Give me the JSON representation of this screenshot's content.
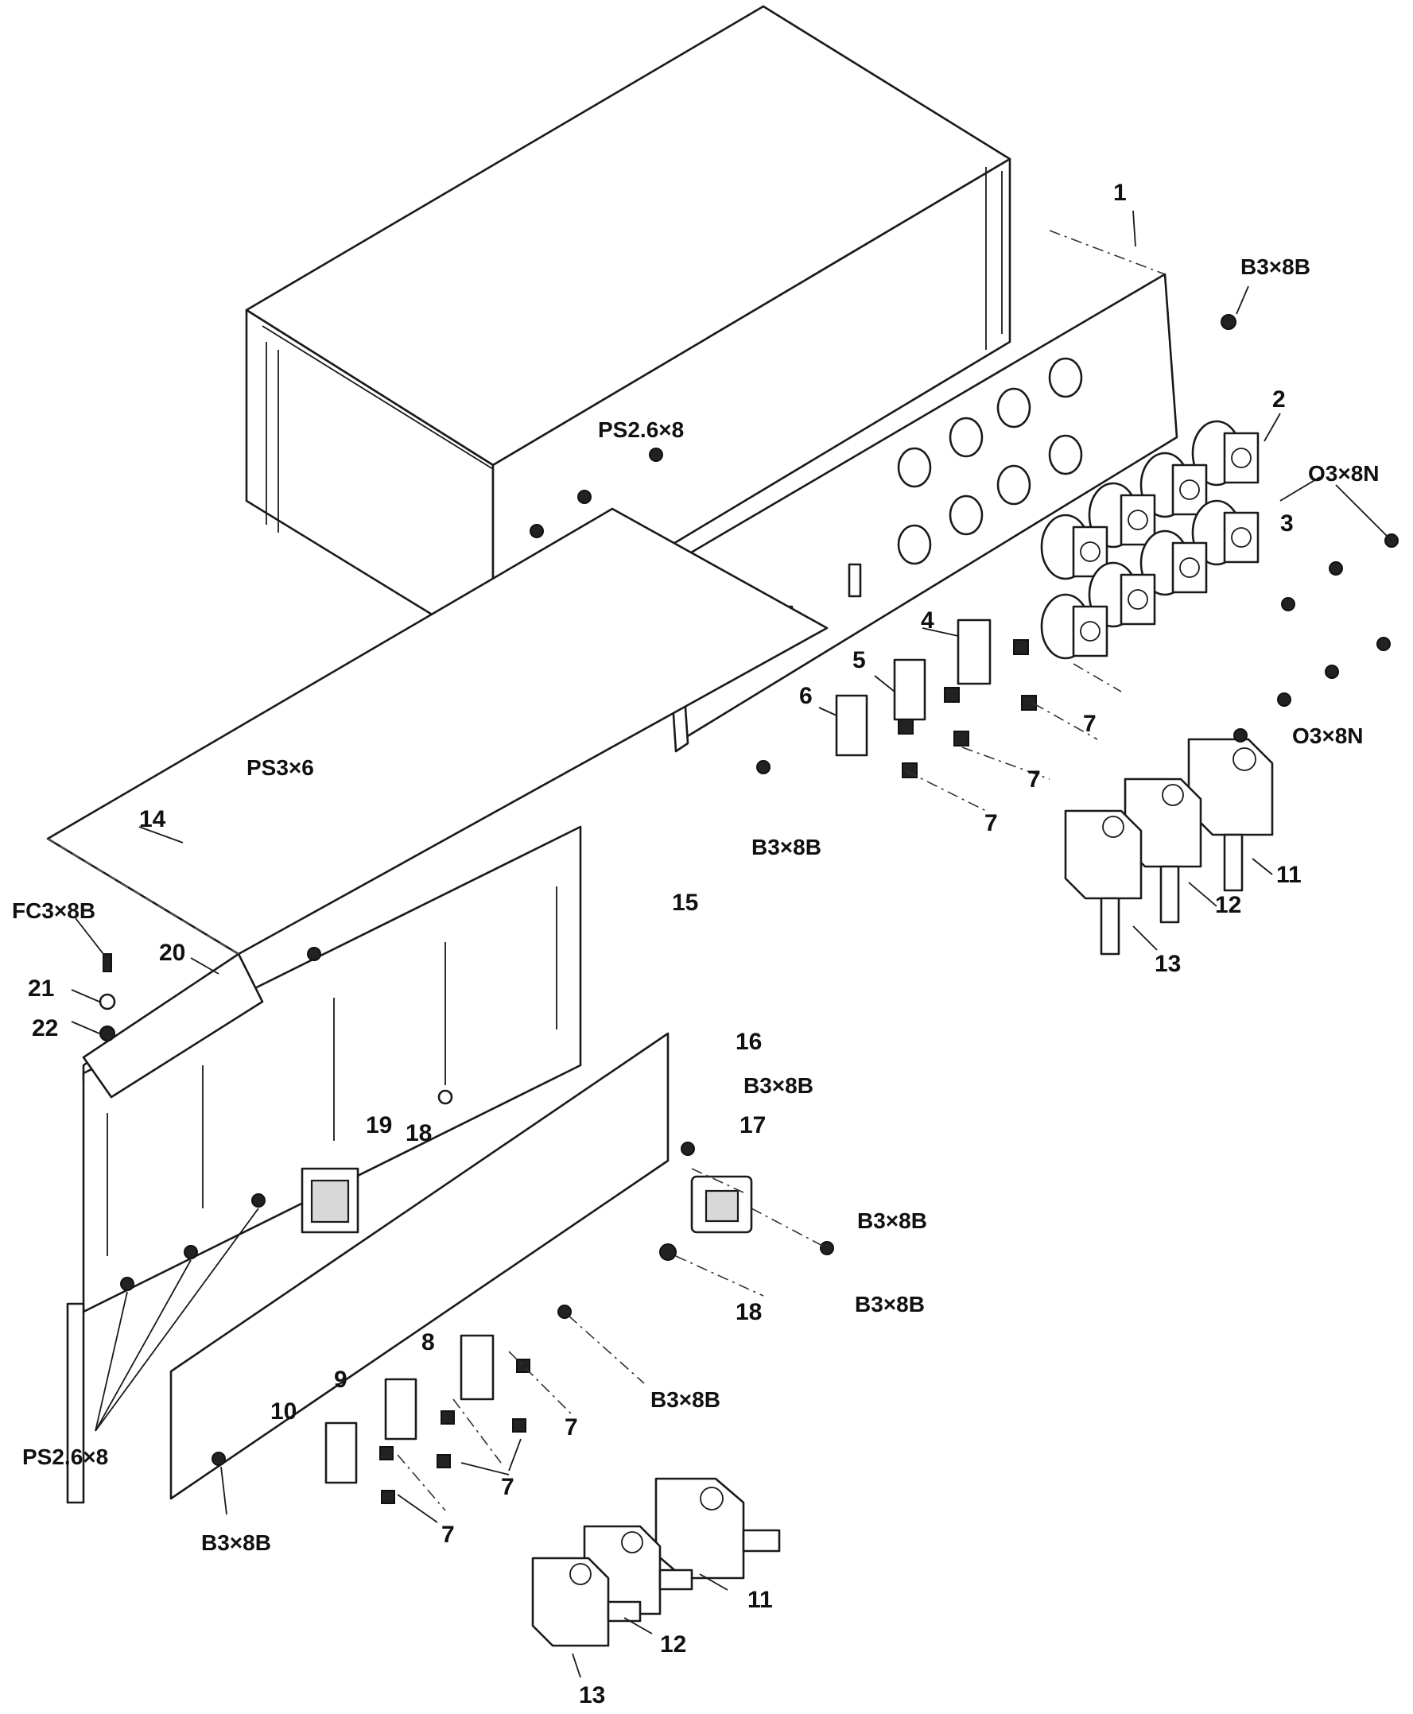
{
  "part_numbers": {
    "p1": "1",
    "p2": "2",
    "p3": "3",
    "p4": "4",
    "p5": "5",
    "p6": "6",
    "p7a": "7",
    "p7b": "7",
    "p7c": "7",
    "p7d": "7",
    "p7e": "7",
    "p7f": "7",
    "p8": "8",
    "p9": "9",
    "p10": "10",
    "p11a": "11",
    "p12a": "12",
    "p13a": "13",
    "p11b": "11",
    "p12b": "12",
    "p13b": "13",
    "p14": "14",
    "p15": "15",
    "p16": "16",
    "p17": "17",
    "p18a": "18",
    "p18b": "18",
    "p19": "19",
    "p20": "20",
    "p21": "21",
    "p22": "22"
  },
  "fastener_labels": {
    "b3_top": "B3×8B",
    "ps26_top": "PS2.6×8",
    "o3_upper": "O3×8N",
    "o3_lower": "O3×8N",
    "b3_mid": "B3×8B",
    "ps3": "PS3×6",
    "fc3": "FC3×8B",
    "b3_16": "B3×8B",
    "b3_17": "B3×8B",
    "b3_18": "B3×8B",
    "b3_front": "B3×8B",
    "ps26_bottom": "PS2.6×8",
    "b3_bottom": "B3×8B"
  }
}
